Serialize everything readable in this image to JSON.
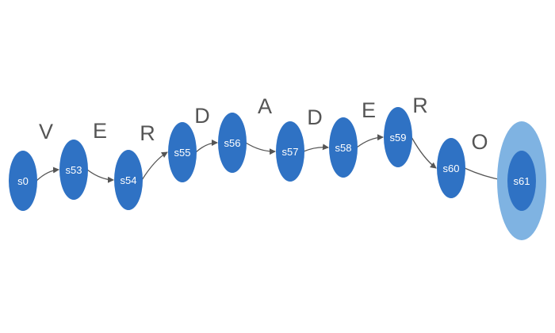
{
  "colors": {
    "state_fill": "#2f72c4",
    "accept_ring": "#7fb3e2",
    "edge": "#555555",
    "label": "#555555",
    "state_text": "#ffffff",
    "background": "#ffffff"
  },
  "states": [
    {
      "id": "s0",
      "label": "s0",
      "accepting": false
    },
    {
      "id": "s53",
      "label": "s53",
      "accepting": false
    },
    {
      "id": "s54",
      "label": "s54",
      "accepting": false
    },
    {
      "id": "s55",
      "label": "s55",
      "accepting": false
    },
    {
      "id": "s56",
      "label": "s56",
      "accepting": false
    },
    {
      "id": "s57",
      "label": "s57",
      "accepting": false
    },
    {
      "id": "s58",
      "label": "s58",
      "accepting": false
    },
    {
      "id": "s59",
      "label": "s59",
      "accepting": false
    },
    {
      "id": "s60",
      "label": "s60",
      "accepting": false
    },
    {
      "id": "s61",
      "label": "s61",
      "accepting": true
    }
  ],
  "transitions": [
    {
      "from": "s0",
      "to": "s53",
      "label": "V"
    },
    {
      "from": "s53",
      "to": "s54",
      "label": "E"
    },
    {
      "from": "s54",
      "to": "s55",
      "label": "R"
    },
    {
      "from": "s55",
      "to": "s56",
      "label": "D"
    },
    {
      "from": "s56",
      "to": "s57",
      "label": "A"
    },
    {
      "from": "s57",
      "to": "s58",
      "label": "D"
    },
    {
      "from": "s58",
      "to": "s59",
      "label": "E"
    },
    {
      "from": "s59",
      "to": "s60",
      "label": "R"
    },
    {
      "from": "s60",
      "to": "s61",
      "label": "O"
    }
  ]
}
